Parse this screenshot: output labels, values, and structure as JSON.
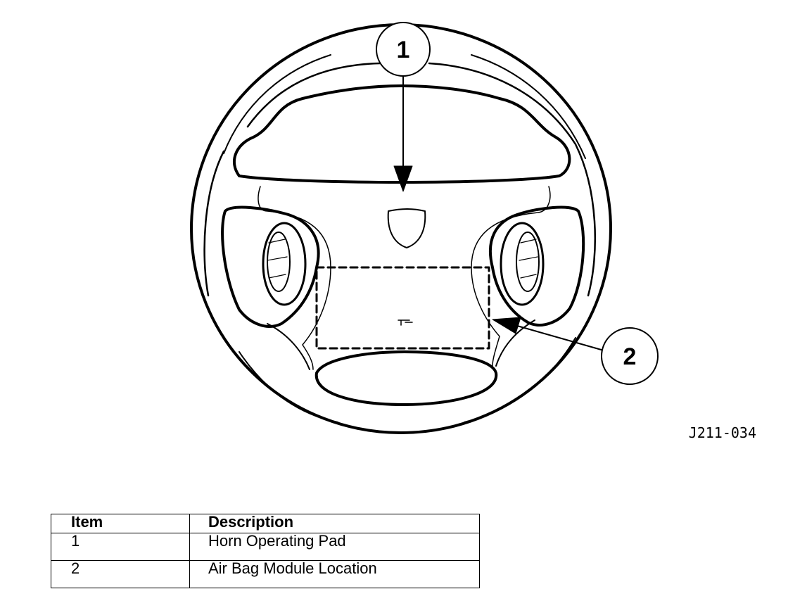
{
  "callouts": [
    {
      "number": "1"
    },
    {
      "number": "2"
    }
  ],
  "figure_id": "J211-034",
  "table": {
    "headers": {
      "item": "Item",
      "description": "Description"
    },
    "rows": [
      {
        "item": "1",
        "description": "Horn Operating Pad"
      },
      {
        "item": "2",
        "description": "Air Bag Module Location"
      }
    ]
  }
}
